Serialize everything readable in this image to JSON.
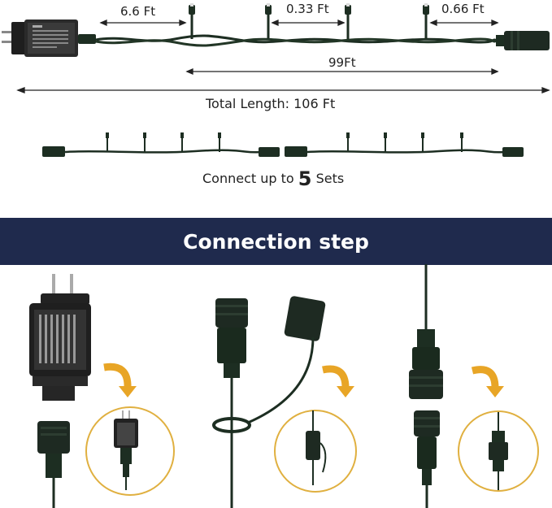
{
  "dimensions": {
    "lead_wire": "6.6 Ft",
    "bulb_spacing": "0.33 Ft",
    "tail_wire": "0.66 Ft",
    "lit_length": "99Ft",
    "total_length": "Total Length: 106 Ft"
  },
  "connect": {
    "prefix": "Connect up to",
    "count": "5",
    "suffix": "Sets"
  },
  "banner": {
    "title": "Connection step"
  },
  "colors": {
    "banner_bg": "#1f2a4d",
    "wire": "#1d2e22",
    "arrow": "#e8a526",
    "circle": "#e0b040"
  }
}
